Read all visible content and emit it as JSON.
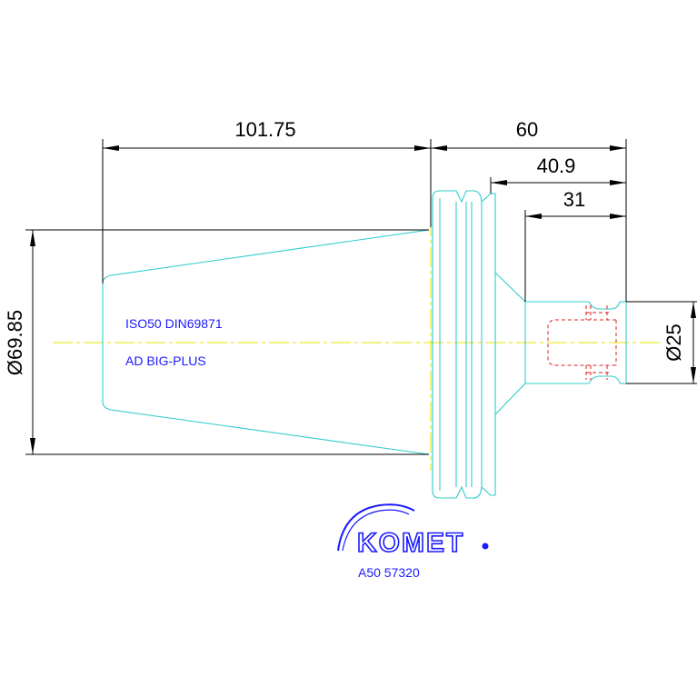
{
  "dimensions": {
    "length_taper": "101.75",
    "length_total": "60",
    "length_mid": "40.9",
    "length_shank": "31",
    "diameter_taper": "Ø69.85",
    "diameter_shank": "Ø25"
  },
  "notes": {
    "line1": "ISO50 DIN69871",
    "line2": "AD  BIG-PLUS"
  },
  "logo": {
    "brand": "KOMET"
  },
  "part_number": "A50 57320",
  "colors": {
    "outline": "#33cccc",
    "centerline": "#e6e600",
    "hidden": "#dd2222",
    "text_blue": "#1a1aff",
    "dimension": "#000000"
  }
}
